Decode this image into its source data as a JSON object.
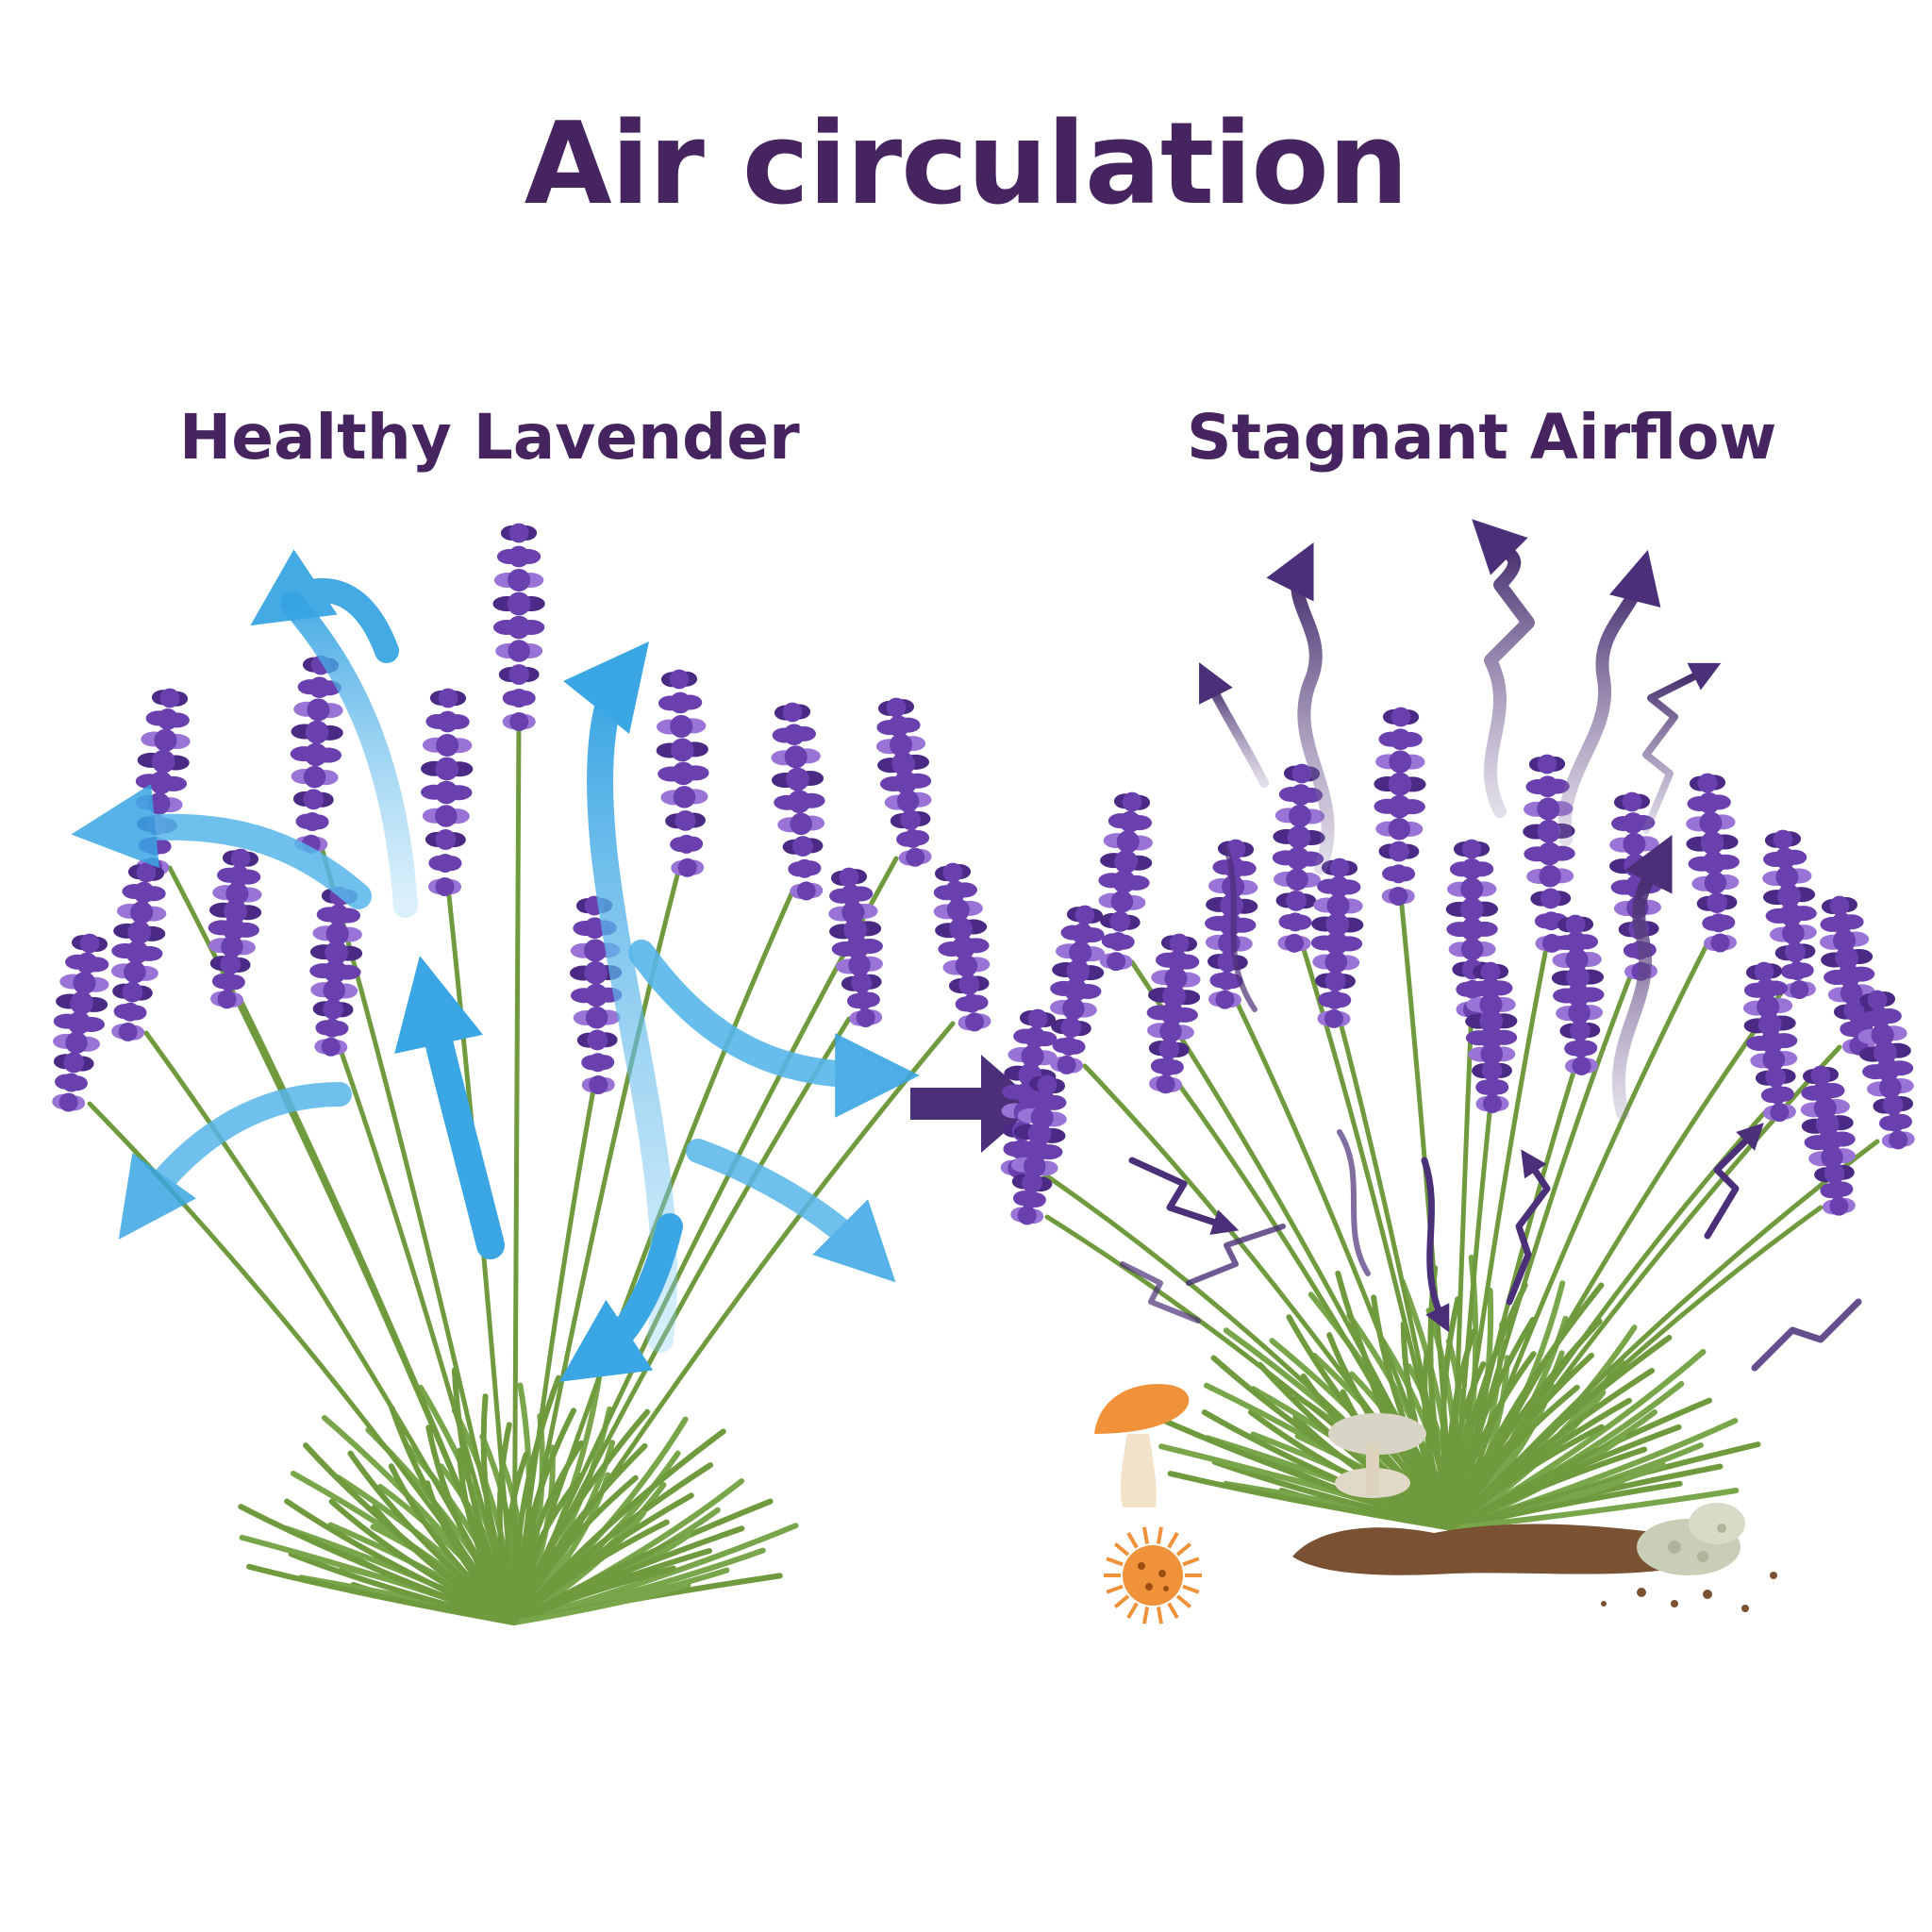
{
  "title": "Air circulation",
  "panels": {
    "left": {
      "label": "Healthy Lavender"
    },
    "right": {
      "label": "Stagnant Airflow"
    }
  },
  "colors": {
    "title": "#45245f",
    "flower": "#6a3fae",
    "flower_dark": "#4b2a86",
    "flower_light": "#9a73d6",
    "stem": "#6f9a3e",
    "foliage": "#79a64a",
    "healthy_arrow": "#3aa6e3",
    "stagnant_arrow": "#4b2f78",
    "fungus": "#f0923a",
    "soil": "#7a5233",
    "mold": "#c9cfb7"
  },
  "icons": {
    "transition": "arrow-right-icon",
    "fungus": "mushroom-icon",
    "spore": "spore-icon",
    "mold": "mold-icon"
  }
}
